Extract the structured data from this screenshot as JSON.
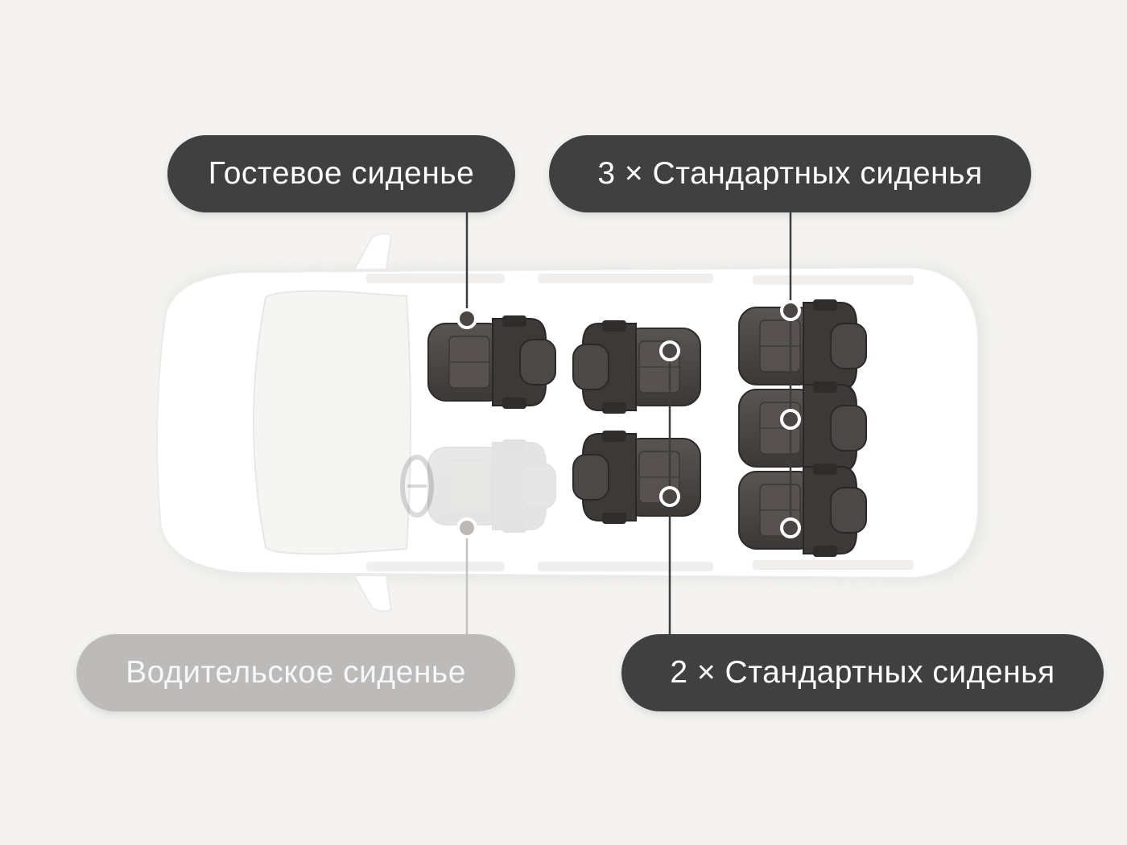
{
  "labels": {
    "guest_seat": "Гостевое сиденье",
    "three_standard": "3 × Стандартных сиденья",
    "driver_seat": "Водительское сиденье",
    "two_standard": "2 × Стандартных сиденья"
  },
  "colors": {
    "background": "#f4f3f1",
    "vehicle_body": "#ffffff",
    "seat_dark": "#4a4644",
    "seat_light": "#f0f0f0",
    "pill_dark": "#414040",
    "pill_muted": "#bdbbb9",
    "connector": "#3e3d3d"
  }
}
